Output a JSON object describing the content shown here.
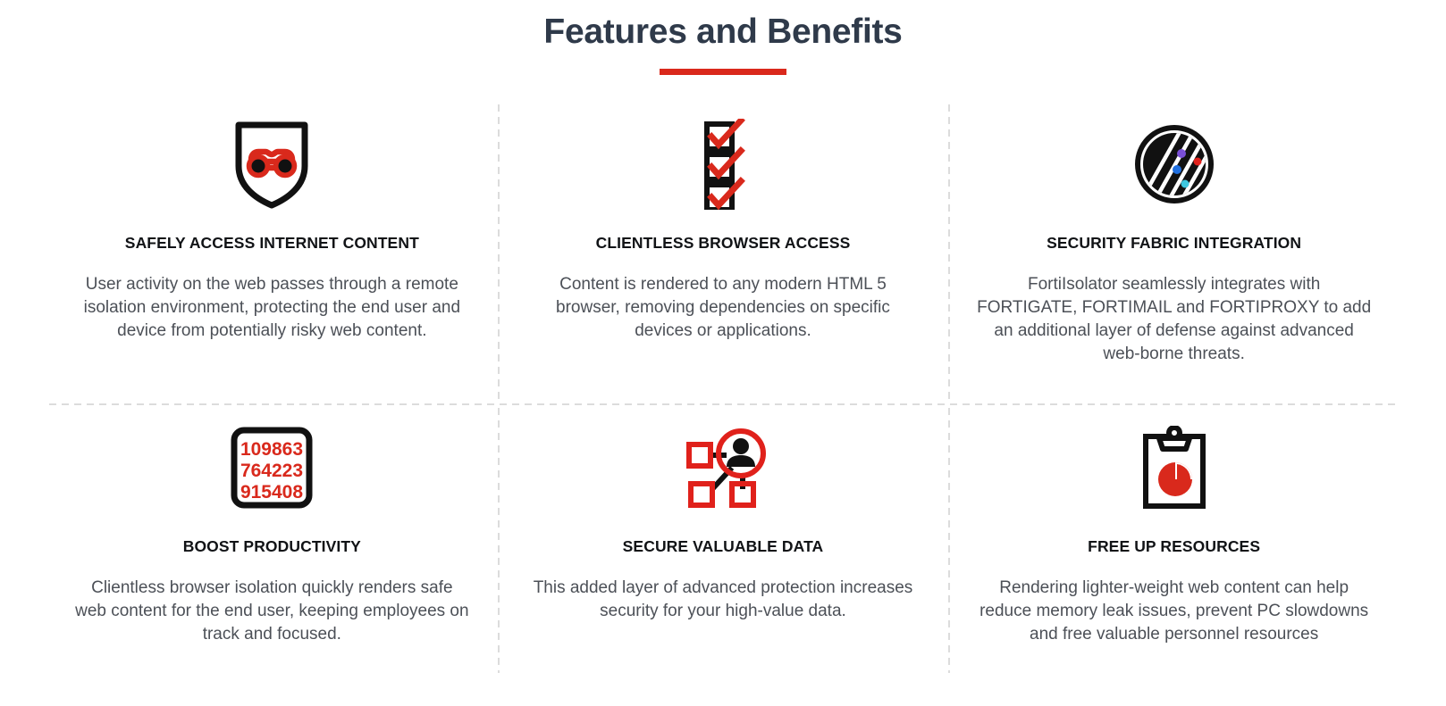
{
  "section": {
    "title": "Features and Benefits"
  },
  "colors": {
    "accent_red": "#da291c",
    "title_navy": "#2f3a4a",
    "heading_black": "#111316",
    "body_gray": "#4c5057",
    "divider_gray": "#b8b8b8"
  },
  "cards": [
    {
      "icon": "shield-binoculars-icon",
      "title": "SAFELY ACCESS INTERNET CONTENT",
      "text": "User activity on the web passes through a remote isolation environment, protecting the end user and device from potentially risky web content."
    },
    {
      "icon": "checklist-icon",
      "title": "CLIENTLESS BROWSER ACCESS",
      "text": "Content is rendered to any modern HTML 5 browser, removing dependencies on specific devices or applications."
    },
    {
      "icon": "security-fabric-circle-icon",
      "title": "SECURITY FABRIC INTEGRATION",
      "text": "FortiIsolator seamlessly integrates with FORTIGATE, FORTIMAIL and FORTIPROXY to add an additional layer of defense against advanced web-borne threats."
    },
    {
      "icon": "numeric-keypad-icon",
      "title": "BOOST PRODUCTIVITY",
      "text": "Clientless browser isolation quickly renders safe web content for the end user, keeping employees on track and focused.",
      "icon_digits": [
        "109863",
        "764223",
        "915408"
      ]
    },
    {
      "icon": "user-network-icon",
      "title": "SECURE VALUABLE DATA",
      "text": "This added layer of advanced protection increases security for your high-value data."
    },
    {
      "icon": "clipboard-pie-chart-icon",
      "title": "FREE UP RESOURCES",
      "text": "Rendering lighter-weight web content can help reduce memory leak issues, prevent PC slowdowns and free valuable personnel resources"
    }
  ]
}
